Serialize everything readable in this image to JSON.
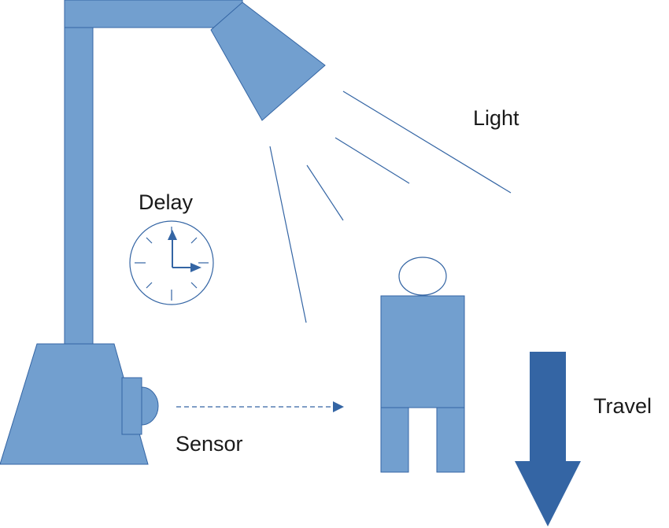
{
  "labels": {
    "light": "Light",
    "delay": "Delay",
    "sensor": "Sensor",
    "travel": "Travel"
  },
  "colors": {
    "shape_fill": "#729fcf",
    "shape_stroke": "#3465a4",
    "arrow_fill": "#3465a4",
    "line": "#3465a4",
    "text": "#1a1a1a"
  },
  "icons": {
    "lamp": "street-lamp-icon",
    "clock": "clock-icon",
    "person": "person-icon",
    "sensor": "motion-sensor-icon",
    "travel": "down-arrow-icon"
  }
}
